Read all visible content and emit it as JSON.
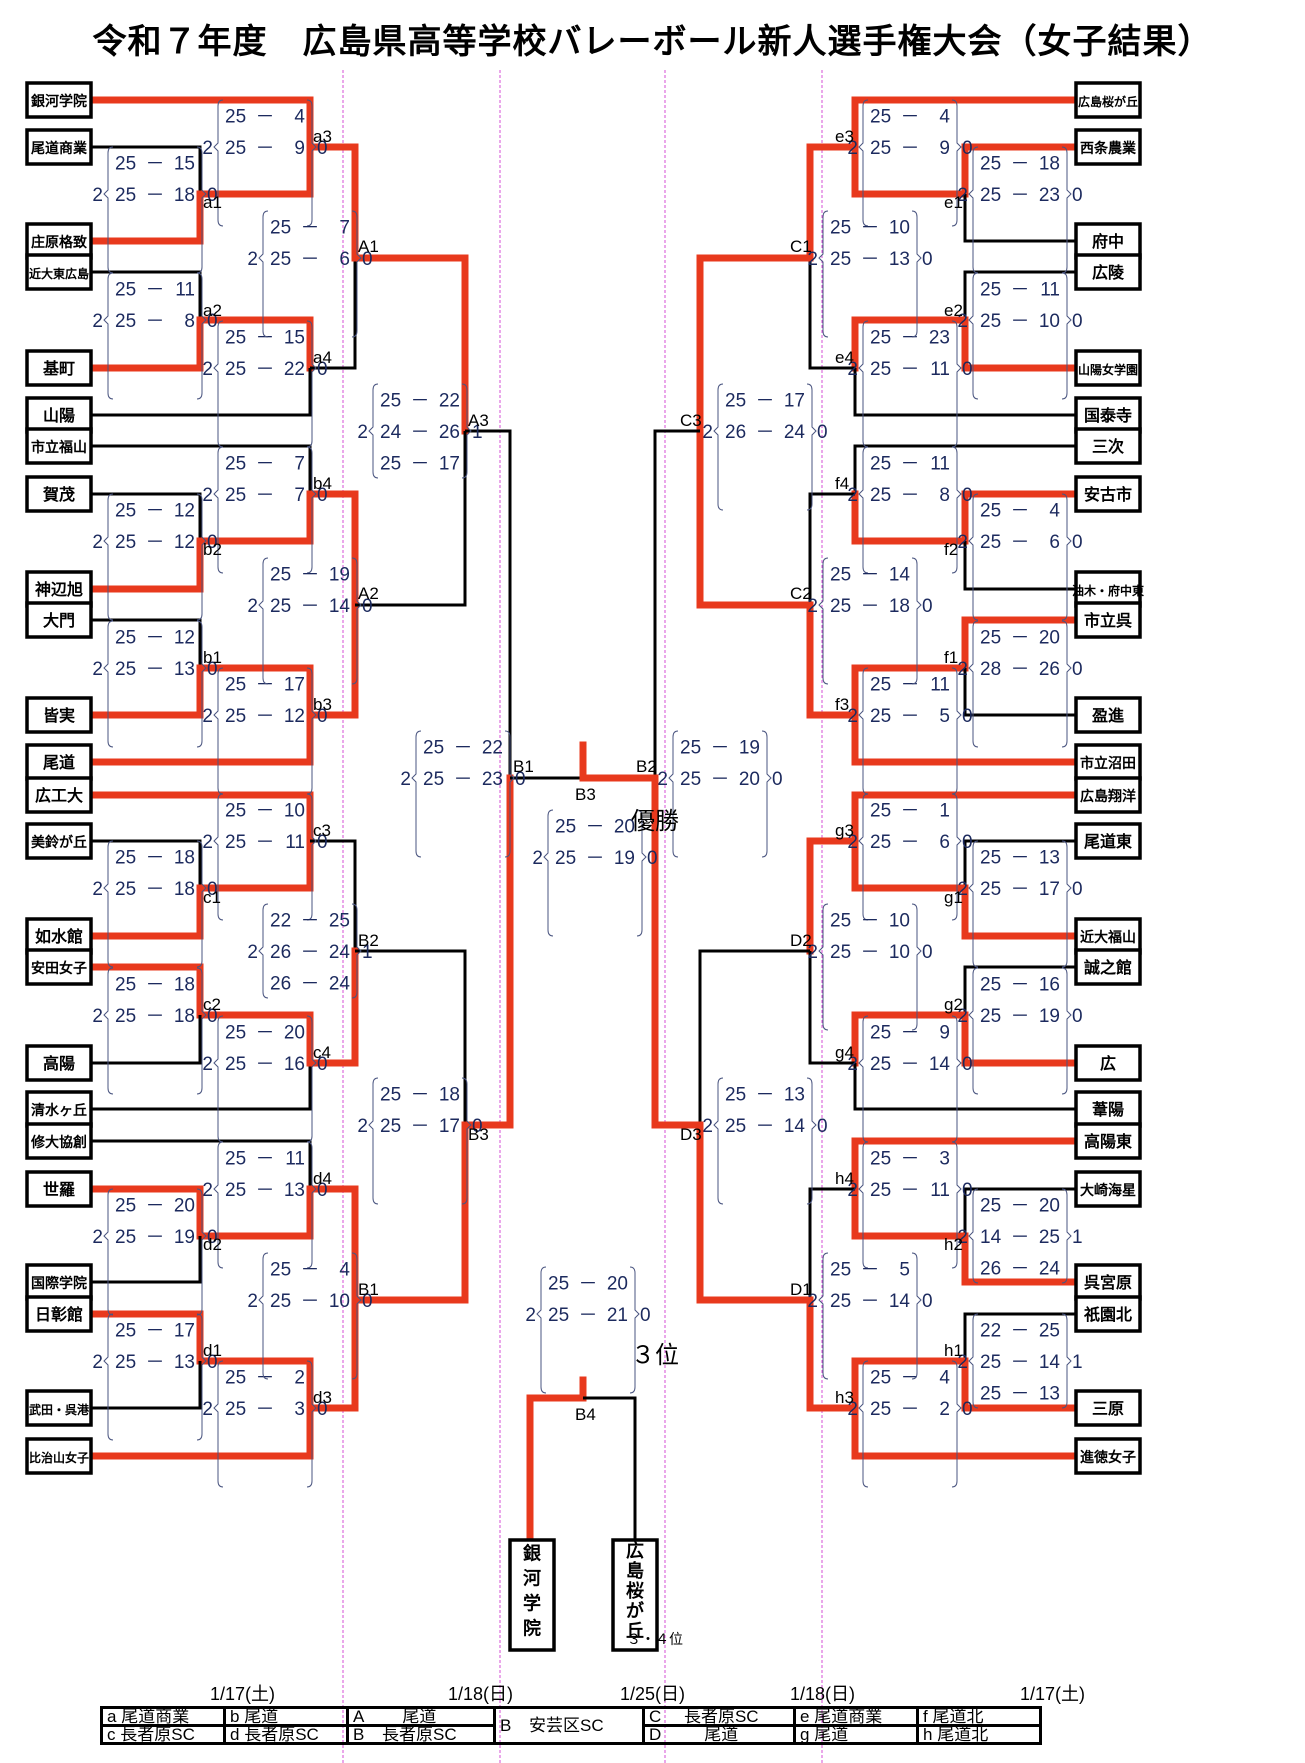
{
  "title": "令和７年度　広島県高等学校バレーボール新人選手権大会（女子結果）",
  "labels": {
    "champion": "優勝",
    "third_place": "３位",
    "third_fourth": "３・４位"
  },
  "colors": {
    "winner_line": "#e8391d",
    "loser_line": "#000000",
    "score_text": "#1c2a5e",
    "guide_line": "#d64fd6"
  },
  "left_teams": [
    {
      "name": "銀河学院",
      "small": false
    },
    {
      "name": "尾道商業",
      "small": false
    },
    {
      "name": "庄原格致",
      "small": false
    },
    {
      "name": "近大東広島",
      "small": true
    },
    {
      "name": "基町",
      "small": false
    },
    {
      "name": "山陽",
      "small": false
    },
    {
      "name": "市立福山",
      "small": false
    },
    {
      "name": "賀茂",
      "small": false
    },
    {
      "name": "神辺旭",
      "small": false
    },
    {
      "name": "大門",
      "small": false
    },
    {
      "name": "皆実",
      "small": false
    },
    {
      "name": "尾道",
      "small": false
    },
    {
      "name": "広工大",
      "small": false
    },
    {
      "name": "美鈴が丘",
      "small": false
    },
    {
      "name": "如水館",
      "small": false
    },
    {
      "name": "安田女子",
      "small": false
    },
    {
      "name": "高陽",
      "small": false
    },
    {
      "name": "清水ヶ丘",
      "small": false
    },
    {
      "name": "修大協創",
      "small": false
    },
    {
      "name": "世羅",
      "small": false
    },
    {
      "name": "国際学院",
      "small": false
    },
    {
      "name": "日彰館",
      "small": false
    },
    {
      "name": "武田・呉港",
      "small": true
    },
    {
      "name": "比治山女子",
      "small": true
    }
  ],
  "right_teams": [
    {
      "name": "広島桜が丘",
      "small": true
    },
    {
      "name": "西条農業",
      "small": false
    },
    {
      "name": "府中",
      "small": false
    },
    {
      "name": "広陵",
      "small": false
    },
    {
      "name": "山陽女学園",
      "small": true
    },
    {
      "name": "国泰寺",
      "small": false
    },
    {
      "name": "三次",
      "small": false
    },
    {
      "name": "安古市",
      "small": false
    },
    {
      "name": "油木・府中東",
      "small": true
    },
    {
      "name": "市立呉",
      "small": false
    },
    {
      "name": "盈進",
      "small": false
    },
    {
      "name": "市立沼田",
      "small": false
    },
    {
      "name": "広島翔洋",
      "small": false
    },
    {
      "name": "尾道東",
      "small": false
    },
    {
      "name": "近大福山",
      "small": false
    },
    {
      "name": "誠之館",
      "small": false
    },
    {
      "name": "広",
      "small": false
    },
    {
      "name": "葦陽",
      "small": false
    },
    {
      "name": "高陽東",
      "small": false
    },
    {
      "name": "大崎海星",
      "small": false
    },
    {
      "name": "呉宮原",
      "small": false
    },
    {
      "name": "祇園北",
      "small": false
    },
    {
      "name": "三原",
      "small": false
    },
    {
      "name": "進徳女子",
      "small": false
    }
  ],
  "matches": [
    {
      "id": "a1",
      "sets_won": [
        2,
        0
      ],
      "sets": [
        [
          "25",
          "15"
        ],
        [
          "25",
          "18"
        ]
      ]
    },
    {
      "id": "a2",
      "sets_won": [
        2,
        0
      ],
      "sets": [
        [
          "25",
          "11"
        ],
        [
          "25",
          "8"
        ]
      ]
    },
    {
      "id": "a3",
      "sets_won": [
        2,
        0
      ],
      "sets": [
        [
          "25",
          "4"
        ],
        [
          "25",
          "9"
        ]
      ]
    },
    {
      "id": "a4",
      "sets_won": [
        2,
        0
      ],
      "sets": [
        [
          "25",
          "15"
        ],
        [
          "25",
          "22"
        ]
      ]
    },
    {
      "id": "b1",
      "sets_won": [
        2,
        0
      ],
      "sets": [
        [
          "25",
          "12"
        ],
        [
          "25",
          "13"
        ]
      ]
    },
    {
      "id": "b2",
      "sets_won": [
        2,
        0
      ],
      "sets": [
        [
          "25",
          "12"
        ],
        [
          "25",
          "12"
        ]
      ]
    },
    {
      "id": "b3",
      "sets_won": [
        2,
        0
      ],
      "sets": [
        [
          "25",
          "17"
        ],
        [
          "25",
          "12"
        ]
      ]
    },
    {
      "id": "b4",
      "sets_won": [
        2,
        0
      ],
      "sets": [
        [
          "25",
          "7"
        ],
        [
          "25",
          "7"
        ]
      ]
    },
    {
      "id": "c1",
      "sets_won": [
        2,
        0
      ],
      "sets": [
        [
          "25",
          "18"
        ],
        [
          "25",
          "18"
        ]
      ]
    },
    {
      "id": "c2",
      "sets_won": [
        2,
        0
      ],
      "sets": [
        [
          "25",
          "18"
        ],
        [
          "25",
          "18"
        ]
      ]
    },
    {
      "id": "c3",
      "sets_won": [
        2,
        0
      ],
      "sets": [
        [
          "25",
          "10"
        ],
        [
          "25",
          "11"
        ]
      ]
    },
    {
      "id": "c4",
      "sets_won": [
        2,
        0
      ],
      "sets": [
        [
          "25",
          "20"
        ],
        [
          "25",
          "16"
        ]
      ]
    },
    {
      "id": "d1",
      "sets_won": [
        2,
        0
      ],
      "sets": [
        [
          "25",
          "17"
        ],
        [
          "25",
          "13"
        ]
      ]
    },
    {
      "id": "d2",
      "sets_won": [
        2,
        0
      ],
      "sets": [
        [
          "25",
          "20"
        ],
        [
          "25",
          "19"
        ]
      ]
    },
    {
      "id": "d3",
      "sets_won": [
        2,
        0
      ],
      "sets": [
        [
          "25",
          "2"
        ],
        [
          "25",
          "3"
        ]
      ]
    },
    {
      "id": "d4",
      "sets_won": [
        2,
        0
      ],
      "sets": [
        [
          "25",
          "11"
        ],
        [
          "25",
          "13"
        ]
      ]
    },
    {
      "id": "A1",
      "sets_won": [
        2,
        0
      ],
      "sets": [
        [
          "25",
          "7"
        ],
        [
          "25",
          "6"
        ]
      ]
    },
    {
      "id": "A2",
      "sets_won": [
        2,
        0
      ],
      "sets": [
        [
          "25",
          "19"
        ],
        [
          "25",
          "14"
        ]
      ]
    },
    {
      "id": "A3",
      "sets_won": [
        2,
        1
      ],
      "sets": [
        [
          "25",
          "22"
        ],
        [
          "24",
          "26"
        ],
        [
          "25",
          "17"
        ]
      ]
    },
    {
      "id": "B2L",
      "sets_won": [
        2,
        1
      ],
      "sets": [
        [
          "22",
          "25"
        ],
        [
          "26",
          "24"
        ],
        [
          "26",
          "24"
        ]
      ]
    },
    {
      "id": "B1L",
      "sets_won": [
        2,
        0
      ],
      "sets": [
        [
          "25",
          "4"
        ],
        [
          "25",
          "10"
        ]
      ]
    },
    {
      "id": "B3L",
      "sets_won": [
        2,
        0
      ],
      "sets": [
        [
          "25",
          "18"
        ],
        [
          "25",
          "17"
        ]
      ]
    },
    {
      "id": "B1",
      "sets_won": [
        2,
        0
      ],
      "sets": [
        [
          "25",
          "22"
        ],
        [
          "25",
          "23"
        ]
      ]
    },
    {
      "id": "B2",
      "sets_won": [
        2,
        0
      ],
      "sets": [
        [
          "25",
          "19"
        ],
        [
          "25",
          "20"
        ]
      ]
    },
    {
      "id": "B3",
      "sets_won": [
        2,
        0
      ],
      "sets": [
        [
          "25",
          "20"
        ],
        [
          "25",
          "19"
        ]
      ]
    },
    {
      "id": "B4",
      "sets_won": [
        2,
        0
      ],
      "sets": [
        [
          "25",
          "20"
        ],
        [
          "25",
          "21"
        ]
      ]
    },
    {
      "id": "e1",
      "sets_won": [
        2,
        0
      ],
      "sets": [
        [
          "25",
          "18"
        ],
        [
          "25",
          "23"
        ]
      ]
    },
    {
      "id": "e2",
      "sets_won": [
        2,
        0
      ],
      "sets": [
        [
          "25",
          "11"
        ],
        [
          "25",
          "10"
        ]
      ]
    },
    {
      "id": "e3",
      "sets_won": [
        2,
        0
      ],
      "sets": [
        [
          "25",
          "4"
        ],
        [
          "25",
          "9"
        ]
      ]
    },
    {
      "id": "e4",
      "sets_won": [
        2,
        0
      ],
      "sets": [
        [
          "25",
          "23"
        ],
        [
          "25",
          "11"
        ]
      ]
    },
    {
      "id": "f1",
      "sets_won": [
        2,
        0
      ],
      "sets": [
        [
          "25",
          "20"
        ],
        [
          "28",
          "26"
        ]
      ]
    },
    {
      "id": "f2",
      "sets_won": [
        2,
        0
      ],
      "sets": [
        [
          "25",
          "4"
        ],
        [
          "25",
          "6"
        ]
      ]
    },
    {
      "id": "f3",
      "sets_won": [
        2,
        0
      ],
      "sets": [
        [
          "25",
          "11"
        ],
        [
          "25",
          "5"
        ]
      ]
    },
    {
      "id": "f4",
      "sets_won": [
        2,
        0
      ],
      "sets": [
        [
          "25",
          "11"
        ],
        [
          "25",
          "8"
        ]
      ]
    },
    {
      "id": "g1",
      "sets_won": [
        2,
        0
      ],
      "sets": [
        [
          "25",
          "13"
        ],
        [
          "25",
          "17"
        ]
      ]
    },
    {
      "id": "g2",
      "sets_won": [
        2,
        0
      ],
      "sets": [
        [
          "25",
          "16"
        ],
        [
          "25",
          "19"
        ]
      ]
    },
    {
      "id": "g3",
      "sets_won": [
        2,
        0
      ],
      "sets": [
        [
          "25",
          "1"
        ],
        [
          "25",
          "6"
        ]
      ]
    },
    {
      "id": "g4",
      "sets_won": [
        2,
        0
      ],
      "sets": [
        [
          "25",
          "9"
        ],
        [
          "25",
          "14"
        ]
      ]
    },
    {
      "id": "h1",
      "sets_won": [
        2,
        1
      ],
      "sets": [
        [
          "22",
          "25"
        ],
        [
          "25",
          "14"
        ],
        [
          "25",
          "13"
        ]
      ]
    },
    {
      "id": "h2",
      "sets_won": [
        2,
        1
      ],
      "sets": [
        [
          "25",
          "20"
        ],
        [
          "14",
          "25"
        ],
        [
          "26",
          "24"
        ]
      ]
    },
    {
      "id": "h3",
      "sets_won": [
        2,
        0
      ],
      "sets": [
        [
          "25",
          "4"
        ],
        [
          "25",
          "2"
        ]
      ]
    },
    {
      "id": "h4",
      "sets_won": [
        2,
        0
      ],
      "sets": [
        [
          "25",
          "3"
        ],
        [
          "25",
          "11"
        ]
      ]
    },
    {
      "id": "C1",
      "sets_won": [
        2,
        0
      ],
      "sets": [
        [
          "25",
          "10"
        ],
        [
          "25",
          "13"
        ]
      ]
    },
    {
      "id": "C2",
      "sets_won": [
        2,
        0
      ],
      "sets": [
        [
          "25",
          "14"
        ],
        [
          "25",
          "18"
        ]
      ]
    },
    {
      "id": "C3",
      "sets_won": [
        2,
        0
      ],
      "sets": [
        [
          "25",
          "17"
        ],
        [
          "26",
          "24"
        ]
      ]
    },
    {
      "id": "D2",
      "sets_won": [
        2,
        0
      ],
      "sets": [
        [
          "25",
          "10"
        ],
        [
          "25",
          "10"
        ]
      ]
    },
    {
      "id": "D1",
      "sets_won": [
        2,
        0
      ],
      "sets": [
        [
          "25",
          "5"
        ],
        [
          "25",
          "14"
        ]
      ]
    },
    {
      "id": "D3",
      "sets_won": [
        2,
        0
      ],
      "sets": [
        [
          "25",
          "13"
        ],
        [
          "25",
          "14"
        ]
      ]
    }
  ],
  "match_labels": [
    "a1",
    "a2",
    "a3",
    "a4",
    "b1",
    "b2",
    "b3",
    "b4",
    "c1",
    "c2",
    "c3",
    "c4",
    "d1",
    "d2",
    "d3",
    "d4",
    "A1",
    "A2",
    "A3",
    "B1",
    "B2",
    "B3",
    "B4",
    "e1",
    "e2",
    "e3",
    "e4",
    "f1",
    "f2",
    "f3",
    "f4",
    "g1",
    "g2",
    "g3",
    "g4",
    "h1",
    "h2",
    "h3",
    "h4",
    "C1",
    "C2",
    "C3",
    "D1",
    "D2",
    "D3"
  ],
  "third_place_teams": [
    "銀河学院",
    "広島桜が丘"
  ],
  "venues": {
    "days": [
      "1/17(土)",
      "1/18(日)",
      "1/25(日)",
      "1/18(日)",
      "1/17(土)"
    ],
    "rows": [
      [
        "a",
        "尾道商業",
        "b",
        "尾道",
        "A",
        "尾道",
        "B",
        "安芸区SC",
        "C",
        "長者原SC",
        "e",
        "尾道商業",
        "f",
        "尾道北"
      ],
      [
        "c",
        "長者原SC",
        "d",
        "長者原SC",
        "B",
        "長者原SC",
        "",
        "",
        "D",
        "尾道",
        "g",
        "尾道",
        "h",
        "尾道北"
      ]
    ]
  }
}
